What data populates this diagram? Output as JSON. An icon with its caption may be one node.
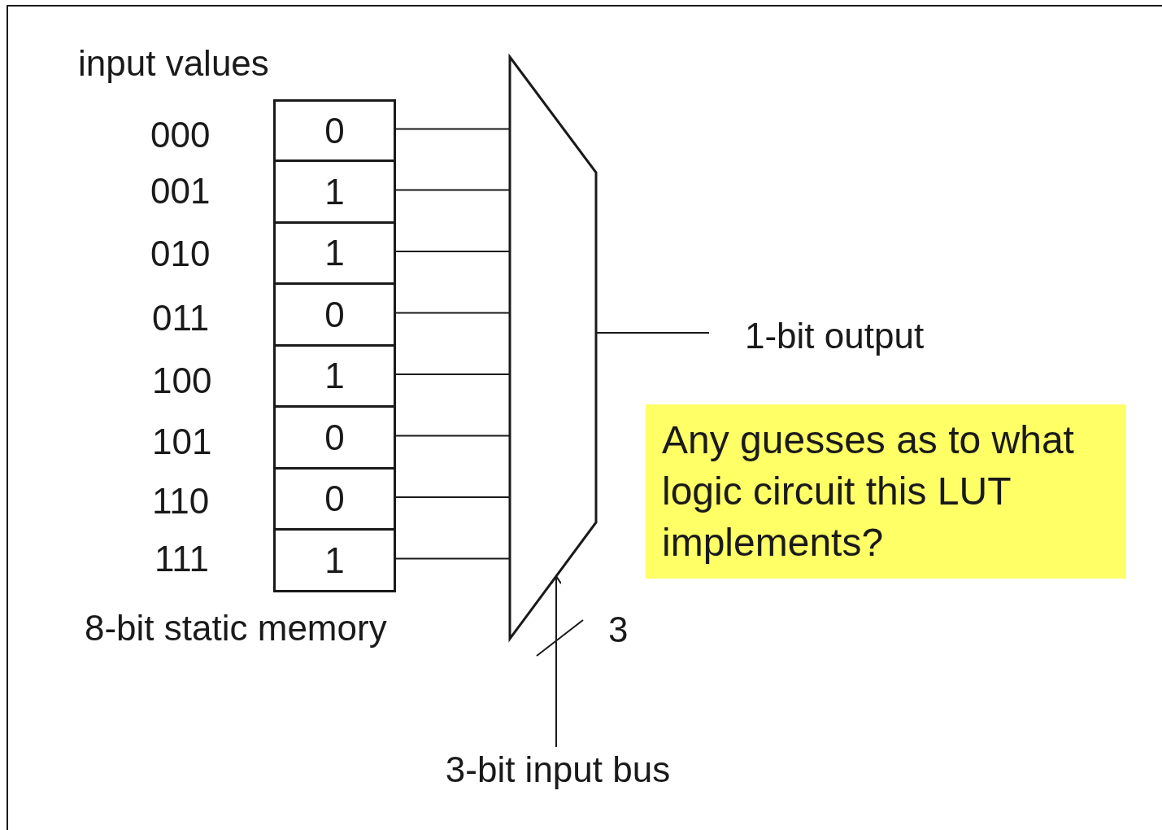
{
  "diagram": {
    "nodes": [
      {
        "text": [
          "8-bit static memory"
        ]
      },
      {
        "text": [
          "0"
        ],
        "in": 0
      },
      {
        "text": [
          "1"
        ],
        "in": 0
      },
      {
        "text": [
          "1"
        ],
        "in": 0
      },
      {
        "text": [
          "0"
        ],
        "in": 0
      },
      {
        "text": [
          "1"
        ],
        "in": 0
      },
      {
        "text": [
          "0"
        ],
        "in": 0
      },
      {
        "text": [
          "0"
        ],
        "in": 0
      },
      {
        "text": [
          "1"
        ],
        "in": 0
      },
      {
        "text": [],
        "shape": "trapezoid"
      },
      {
        "text": [
          "1-bit output"
        ]
      },
      {
        "text": [
          "3-bit input bus"
        ]
      },
      {
        "text": [
          "Any guesses as to what logic circuit this LUT implements?"
        ]
      }
    ],
    "edges": [
      {
        "from": 1,
        "to": 9,
        "arrow": "none"
      },
      {
        "from": 2,
        "to": 9,
        "arrow": "none"
      },
      {
        "from": 3,
        "to": 9,
        "arrow": "none"
      },
      {
        "from": 4,
        "to": 9,
        "arrow": "none"
      },
      {
        "from": 5,
        "to": 9,
        "arrow": "none"
      },
      {
        "from": 6,
        "to": 9,
        "arrow": "none"
      },
      {
        "from": 7,
        "to": 9,
        "arrow": "none"
      },
      {
        "from": 8,
        "to": 9,
        "arrow": "none"
      },
      {
        "from": 9,
        "to": 10,
        "arrow": "none"
      },
      {
        "from": 11,
        "to": 9,
        "arrow": "to"
      }
    ],
    "labels": [
      "input values",
      "000",
      "001",
      "010",
      "011",
      "100",
      "101",
      "110",
      "111",
      "3"
    ]
  }
}
